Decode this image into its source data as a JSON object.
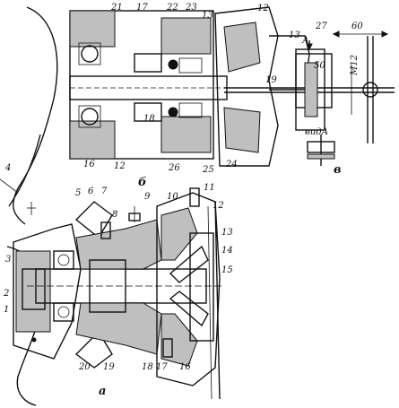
{
  "figure": {
    "view_a_label": "а",
    "view_b_label": "б",
    "view_v_label": "в",
    "view_arrow_label": "А",
    "view_a_caption": "видА",
    "dim_60": "60",
    "dim_50": "50",
    "dim_m12": "М12"
  },
  "labels_b": [
    "21",
    "17",
    "22",
    "23",
    "13",
    "12",
    "16",
    "12",
    "26",
    "25",
    "24",
    "18",
    "19"
  ],
  "labels_v": [
    "13",
    "27"
  ],
  "labels_a": [
    "1",
    "2",
    "3",
    "4",
    "5",
    "6",
    "7",
    "8",
    "9",
    "10",
    "11",
    "12",
    "13",
    "14",
    "15",
    "16",
    "17",
    "18",
    "19",
    "20"
  ]
}
